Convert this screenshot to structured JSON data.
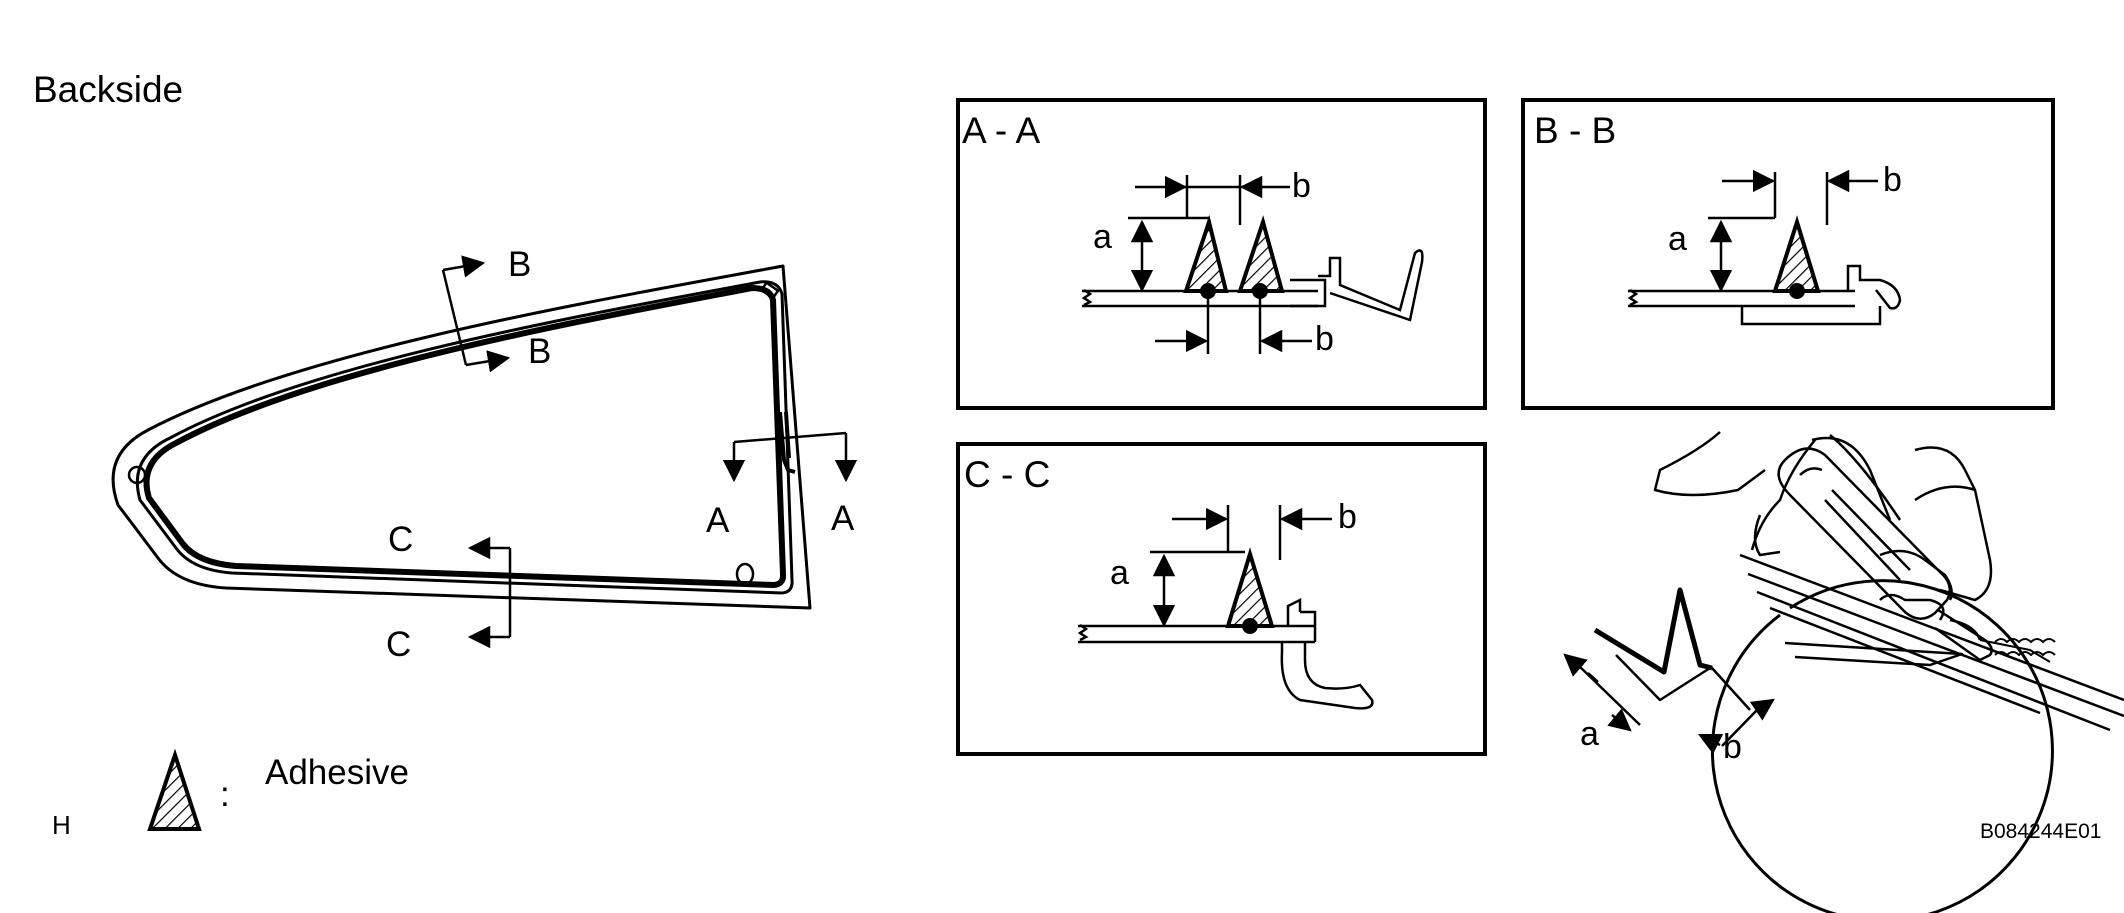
{
  "title": "Backside",
  "section_labels": {
    "a1": "A",
    "a2": "A",
    "b1": "B",
    "b2": "B",
    "c1": "C",
    "c2": "C"
  },
  "panels": {
    "aa": {
      "title": "A - A",
      "dim_a": "a",
      "dim_b_top": "b",
      "dim_b_bottom": "b"
    },
    "bb": {
      "title": "B - B",
      "dim_a": "a",
      "dim_b": "b"
    },
    "cc": {
      "title": "C - C",
      "dim_a": "a",
      "dim_b": "b"
    },
    "detail": {
      "dim_a": "a",
      "dim_b": "b"
    }
  },
  "legend": {
    "colon": ":",
    "label": "Adhesive"
  },
  "corner_mark": "H",
  "figure_code": "B084244E01"
}
